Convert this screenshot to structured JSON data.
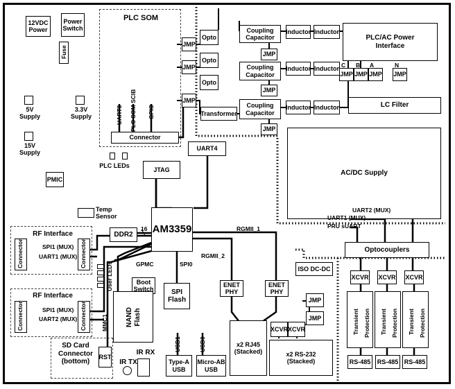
{
  "boxes": {
    "power_12vdc": "12VDC\nPower",
    "power_switch": "Power\nSwitch",
    "fuse": "Fuse",
    "supply_5v": "5V\nSupply",
    "supply_33v": "3.3V\nSupply",
    "supply_15v": "15V\nSupply",
    "pmic": "PMIC",
    "temp_sensor": "Temp\nSensor",
    "plc_som": "PLC SOM",
    "connector_plc": "Connector",
    "plc_leds": "PLC LEDs",
    "opto1": "Opto",
    "opto2": "Opto",
    "opto3": "Opto",
    "jmp1": "JMP",
    "jmp2": "JMP",
    "jmp3": "JMP",
    "transformer": "Transformer",
    "coupling1": "Coupling\nCapacitor",
    "coupling2": "Coupling\nCapacitor",
    "coupling3": "Coupling\nCapacitor",
    "inductor1a": "Inductor",
    "inductor1b": "Inductor",
    "inductor2a": "Inductor",
    "inductor2b": "Inductor",
    "inductor3a": "Inductor",
    "inductor3b": "Inductor",
    "jmp_cc1": "JMP",
    "jmp_cc2": "JMP",
    "jmp_cc3": "JMP",
    "plc_ac_power": "PLC/AC Power\nInterface",
    "jmp_c": "JMP",
    "jmp_b": "JMP",
    "jmp_a": "JMP",
    "jmp_n": "JMP",
    "lc_filter": "LC Filter",
    "ac_dc_supply": "AC/DC Supply",
    "uart4": "UART4",
    "jtag": "JTAG",
    "am3359": "AM3359",
    "ddr2": "DDR2",
    "rf_interface_1": "RF Interface",
    "rf_interface_2": "RF Interface",
    "connector_rf1_left": "Connector",
    "connector_rf1_right": "Connector",
    "connector_rf2_left": "Connector",
    "connector_rf2_right": "Connector",
    "user_leds": "User LEDs",
    "boot_switch": "Boot\nSwitch",
    "spi_flash": "SPI\nFlash",
    "nand_flash": "NAND\nFlash",
    "sd_card": "SD Card\nConnector\n(bottom)",
    "rst": "RST",
    "ir_tx": "IR TX",
    "ir_rx": "IR RX",
    "type_a_usb": "Type-A\nUSB",
    "micro_ab_usb": "Micro-AB\nUSB",
    "enet_phy1": "ENET\nPHY",
    "enet_phy2": "ENET\nPHY",
    "rj45": "x2 RJ45\n(Stacked)",
    "iso_dcdc": "ISO DC-DC",
    "optocouplers": "Optocouplers",
    "xcvr1": "XCVR",
    "xcvr2": "XCVR",
    "xcvr3": "XCVR",
    "xcvr_rs232a": "XCVR",
    "xcvr_rs232b": "XCVR",
    "jmp_rs232a": "JMP",
    "jmp_rs232b": "JMP",
    "rs232": "x2 RS-232\n(Stacked)",
    "transient1": "Transient",
    "protection1": "Protection",
    "transient2": "Transient",
    "protection2": "Protection",
    "transient3": "Transient",
    "protection3": "Protection",
    "rs485_1": "RS-485",
    "rs485_2": "RS-485",
    "rs485_3": "RS-485"
  },
  "labels": {
    "uart3": "UART3",
    "plc_som_scib": "PLC SOM SCIB",
    "gpio": "GPIO",
    "phase_c": "C",
    "phase_b": "B",
    "phase_a": "A",
    "phase_n": "N",
    "uart2_mux_top": "UART2 (MUX)",
    "uart1_mux_top": "UART1 (MUX)",
    "pru_suart": "PRU sUART",
    "rgmii_1": "RGMII_1",
    "rgmii_2": "RGMII_2",
    "bus_16": "16",
    "gpmc": "GPMC",
    "spi0": "SPI0",
    "mmc1": "MMC1",
    "usb1": "USB1",
    "usb0": "USB0",
    "spi1_mux_a": "SPI1 (MUX)",
    "uart1_mux_rf": "UART1 (MUX)",
    "spi1_mux_b": "SPI1 (MUX)",
    "uart2_mux_rf": "UART2 (MUX)"
  }
}
